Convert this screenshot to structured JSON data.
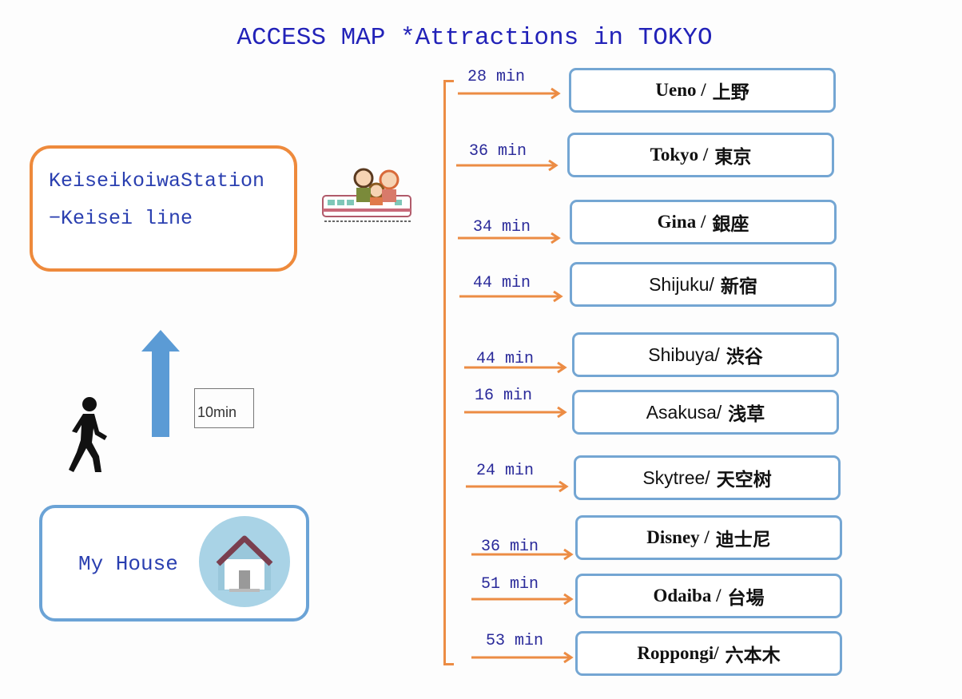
{
  "title": "ACCESS MAP *Attractions in TOKYO",
  "station": {
    "line1": "KeiseikoiwaStation",
    "line2": "−Keisei line"
  },
  "walk_time": "10min",
  "home": {
    "label": "My House"
  },
  "destinations": [
    {
      "time": "28 min",
      "name": "Ueno /",
      "jp": "上野",
      "style": "serif"
    },
    {
      "time": "36 min",
      "name": "Tokyo /",
      "jp": "東京",
      "style": "serif"
    },
    {
      "time": "34 min",
      "name": "Gina /",
      "jp": "銀座",
      "style": "serif"
    },
    {
      "time": "44 min",
      "name": "Shijuku/",
      "jp": "新宿",
      "style": "sans"
    },
    {
      "time": "44 min",
      "name": "Shibuya/",
      "jp": "渋谷",
      "style": "sans"
    },
    {
      "time": "16 min",
      "name": "Asakusa/",
      "jp": "浅草",
      "style": "sans"
    },
    {
      "time": "24 min",
      "name": "Skytree/",
      "jp": "天空树",
      "style": "sans"
    },
    {
      "time": "36 min",
      "name": "Disney /",
      "jp": "迪士尼",
      "style": "serif"
    },
    {
      "time": "51 min",
      "name": "Odaiba /",
      "jp": "台場",
      "style": "serif"
    },
    {
      "time": "53 min",
      "name": "Roppongi/",
      "jp": "六本木",
      "style": "serif"
    }
  ],
  "colors": {
    "orange": "#ee8a3c",
    "blue_border": "#74a6d3",
    "title_blue": "#2222b8",
    "arrow_blue": "#5b9bd5"
  }
}
